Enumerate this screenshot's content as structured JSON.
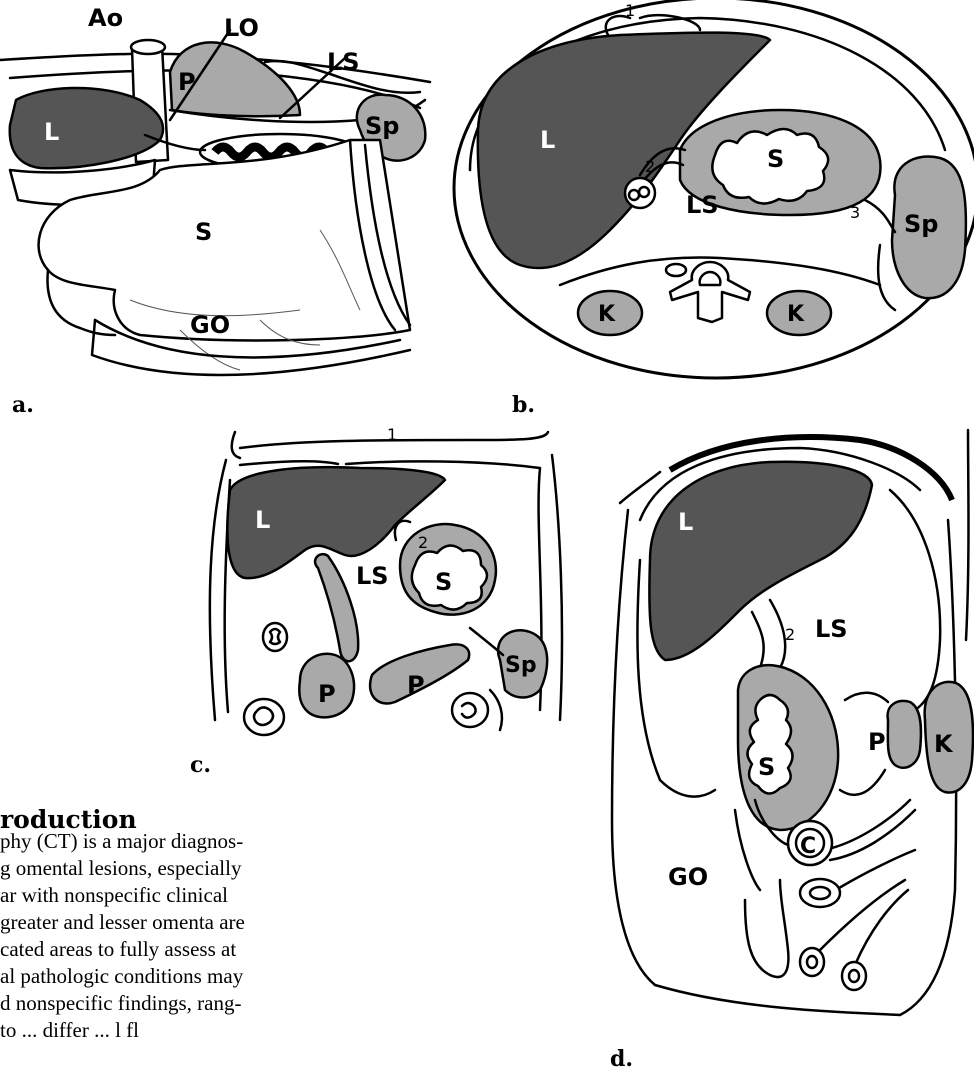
{
  "panels": {
    "a": {
      "caption": "a.",
      "labels": {
        "ao": "Ao",
        "lo": "LO",
        "ls": "LS",
        "p": "P",
        "l": "L",
        "sp": "Sp",
        "s": "S",
        "go": "GO"
      }
    },
    "b": {
      "caption": "b.",
      "labels": {
        "l": "L",
        "s": "S",
        "ls": "LS",
        "sp": "Sp",
        "k_left": "K",
        "k_right": "K",
        "n1": "1",
        "n2": "2",
        "n3": "3"
      }
    },
    "c": {
      "caption": "c.",
      "labels": {
        "l": "L",
        "ls": "LS",
        "s": "S",
        "sp": "Sp",
        "p_left": "P",
        "p_right": "P",
        "n1": "1",
        "n2": "2"
      }
    },
    "d": {
      "caption": "d.",
      "labels": {
        "l": "L",
        "ls": "LS",
        "s": "S",
        "p": "P",
        "k": "K",
        "c": "C",
        "go": "GO",
        "n2": "2"
      }
    }
  },
  "text": {
    "heading": "roduction",
    "lines": [
      "phy (CT) is a major diagnos-",
      "g omental lesions, especially",
      "ar with nonspecific clinical",
      "greater and lesser omenta are",
      "cated areas to fully assess at",
      "al pathologic conditions may",
      "d nonspecific findings, rang-",
      "to  ...  differ  ...  l fl"
    ]
  }
}
